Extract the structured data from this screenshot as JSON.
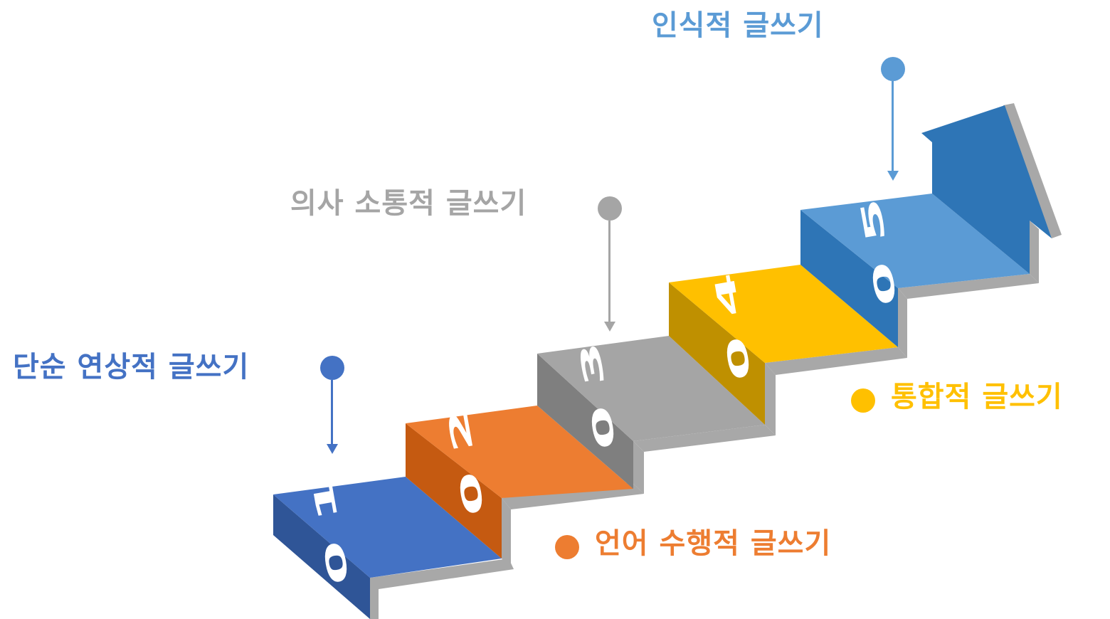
{
  "colors": {
    "step1": "#4472c4",
    "step2": "#ed7d31",
    "step3": "#a5a5a5",
    "step4": "#ffc000",
    "step5": "#5b9bd5",
    "label_step1": "#4472c4",
    "label_step3": "#a5a5a5",
    "label_step5": "#5b9bd5",
    "label_step2": "#ed7d31",
    "label_step4": "#ffc000"
  },
  "steps": [
    {
      "number": "01",
      "label": "단순 연상적 글쓰기"
    },
    {
      "number": "02",
      "label": "언어 수행적 글쓰기"
    },
    {
      "number": "03",
      "label": "의사 소통적 글쓰기"
    },
    {
      "number": "04",
      "label": "통합적 글쓰기"
    },
    {
      "number": "05",
      "label": "인식적 글쓰기"
    }
  ]
}
